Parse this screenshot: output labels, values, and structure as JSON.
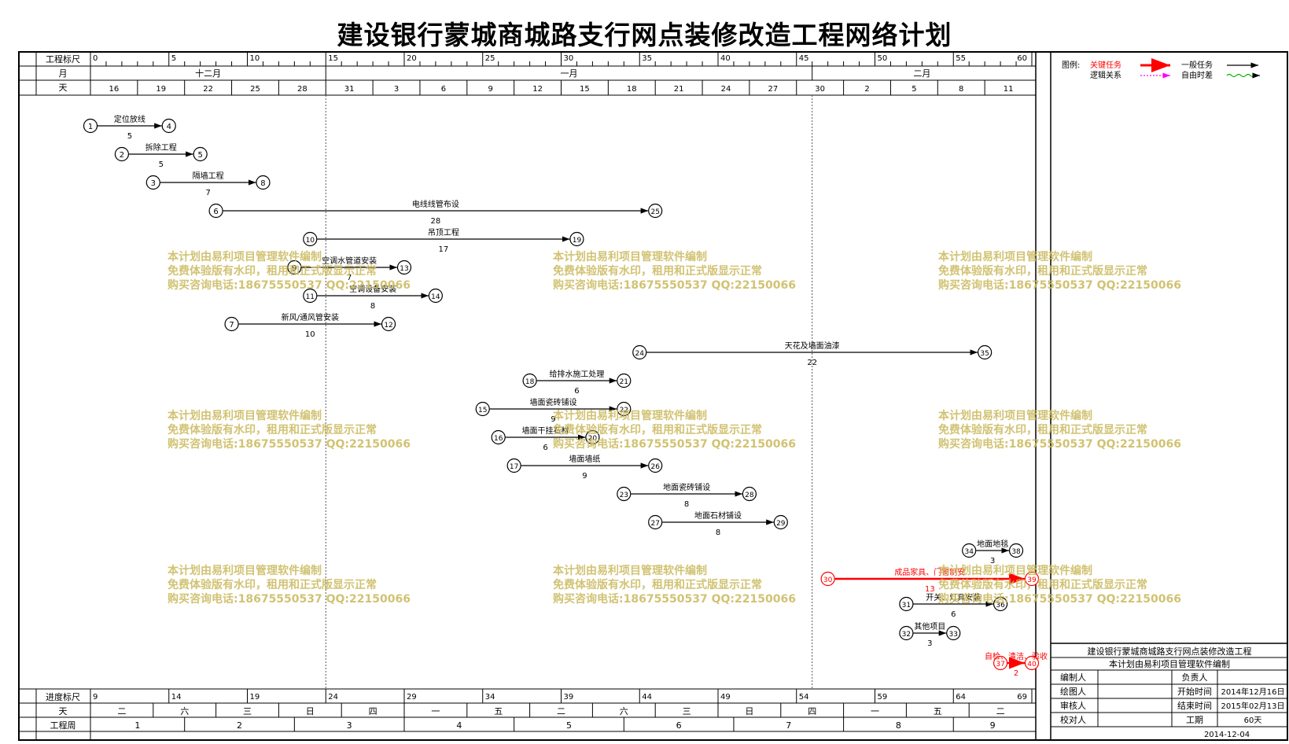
{
  "title": "建设银行蒙城商城路支行网点装修改造工程网络计划",
  "header": {
    "scale_label": "工程标尺",
    "month_label": "月",
    "day_label": "天",
    "scale_ticks": [
      "0",
      "5",
      "10",
      "15",
      "20",
      "25",
      "30",
      "35",
      "40",
      "45",
      "50",
      "55",
      "60"
    ],
    "months": [
      "十二月",
      "一月",
      "二月"
    ],
    "days": [
      "16",
      "19",
      "22",
      "25",
      "28",
      "31",
      "3",
      "6",
      "9",
      "12",
      "15",
      "18",
      "21",
      "24",
      "27",
      "30",
      "2",
      "5",
      "8",
      "11"
    ]
  },
  "footer": {
    "progress_label": "进度标尺",
    "day_label": "天",
    "week_label": "工程周",
    "progress_ticks": [
      "9",
      "14",
      "19",
      "24",
      "29",
      "34",
      "39",
      "44",
      "49",
      "54",
      "59",
      "64",
      "69"
    ],
    "weekdays": [
      "二",
      "六",
      "三",
      "日",
      "四",
      "一",
      "五",
      "二",
      "六",
      "三",
      "日",
      "四",
      "一",
      "五",
      "二"
    ],
    "weeks": [
      "1",
      "2",
      "3",
      "4",
      "5",
      "6",
      "7",
      "8",
      "9"
    ]
  },
  "legend": {
    "label": "图例:",
    "critical": "关键任务",
    "normal": "一般任务",
    "logic": "逻辑关系",
    "float": "自由时差",
    "critical_color": "#ff0000",
    "logic_color": "#ff00ff",
    "float_color": "#00b000"
  },
  "title_block": {
    "project": "建设银行蒙城商城路支行网点装修改造工程",
    "software": "本计划由易利项目管理软件编制",
    "rows": [
      {
        "k1": "编制人",
        "v1": "",
        "k2": "负责人",
        "v2": ""
      },
      {
        "k1": "绘图人",
        "v1": "",
        "k2": "开始时间",
        "v2": "2014年12月16日"
      },
      {
        "k1": "审核人",
        "v1": "",
        "k2": "结束时间",
        "v2": "2015年02月13日"
      },
      {
        "k1": "校对人",
        "v1": "",
        "k2": "工期",
        "v2": "60天"
      }
    ],
    "date": "2014-12-04"
  },
  "watermark": {
    "line1": "本计划由易利项目管理软件编制",
    "line2": "免费体验版有水印，租用和正式版显示正常",
    "line3": "购买咨询电话:18675550537 QQ:22150066"
  },
  "tasks": [
    {
      "from": "1",
      "to": "4",
      "name": "定位放线",
      "dur": "5",
      "start": 0,
      "end": 5,
      "row": 0,
      "crit": false
    },
    {
      "from": "2",
      "to": "5",
      "name": "拆除工程",
      "dur": "5",
      "start": 2,
      "end": 7,
      "row": 1,
      "crit": false
    },
    {
      "from": "3",
      "to": "8",
      "name": "隔墙工程",
      "dur": "7",
      "start": 4,
      "end": 11,
      "row": 2,
      "crit": false
    },
    {
      "from": "6",
      "to": "25",
      "name": "电线线管布设",
      "dur": "28",
      "start": 8,
      "end": 36,
      "row": 3,
      "crit": false
    },
    {
      "from": "10",
      "to": "19",
      "name": "吊顶工程",
      "dur": "17",
      "start": 14,
      "end": 31,
      "row": 4,
      "crit": false
    },
    {
      "from": "9",
      "to": "13",
      "name": "空调水管道安装",
      "dur": "7",
      "start": 13,
      "end": 20,
      "row": 5,
      "crit": false
    },
    {
      "from": "11",
      "to": "14",
      "name": "空调设备安装",
      "dur": "8",
      "start": 14,
      "end": 22,
      "row": 6,
      "crit": false
    },
    {
      "from": "7",
      "to": "12",
      "name": "新风/通风管安装",
      "dur": "10",
      "start": 9,
      "end": 19,
      "row": 7,
      "crit": false
    },
    {
      "from": "24",
      "to": "35",
      "name": "天花及墙面油漆",
      "dur": "22",
      "start": 35,
      "end": 57,
      "row": 8,
      "crit": false
    },
    {
      "from": "18",
      "to": "21",
      "name": "给排水施工处理",
      "dur": "6",
      "start": 28,
      "end": 34,
      "row": 9,
      "crit": false
    },
    {
      "from": "15",
      "to": "22",
      "name": "墙面瓷砖铺设",
      "dur": "9",
      "start": 25,
      "end": 34,
      "row": 10,
      "crit": false
    },
    {
      "from": "16",
      "to": "20",
      "name": "墙面干挂石材",
      "dur": "6",
      "start": 26,
      "end": 32,
      "row": 11,
      "crit": false
    },
    {
      "from": "17",
      "to": "26",
      "name": "墙面墙纸",
      "dur": "9",
      "start": 27,
      "end": 36,
      "row": 12,
      "crit": false
    },
    {
      "from": "23",
      "to": "28",
      "name": "地面瓷砖铺设",
      "dur": "8",
      "start": 34,
      "end": 42,
      "row": 13,
      "crit": false
    },
    {
      "from": "27",
      "to": "29",
      "name": "地面石材铺设",
      "dur": "8",
      "start": 36,
      "end": 44,
      "row": 14,
      "crit": false
    },
    {
      "from": "34",
      "to": "38",
      "name": "地面地毯",
      "dur": "3",
      "start": 56,
      "end": 59,
      "row": 15,
      "crit": false
    },
    {
      "from": "30",
      "to": "39",
      "name": "成品家具、门窗制安",
      "dur": "13",
      "start": 47,
      "end": 60,
      "row": 16,
      "crit": true
    },
    {
      "from": "31",
      "to": "36",
      "name": "开关、灯具安装",
      "dur": "6",
      "start": 52,
      "end": 58,
      "row": 17,
      "crit": false
    },
    {
      "from": "32",
      "to": "33",
      "name": "其他项目",
      "dur": "3",
      "start": 52,
      "end": 55,
      "row": 18,
      "crit": false
    },
    {
      "from": "37",
      "to": "40",
      "name": "自检、清洁、验收",
      "dur": "2",
      "start": 58,
      "end": 60,
      "row": 19,
      "crit": true
    }
  ]
}
